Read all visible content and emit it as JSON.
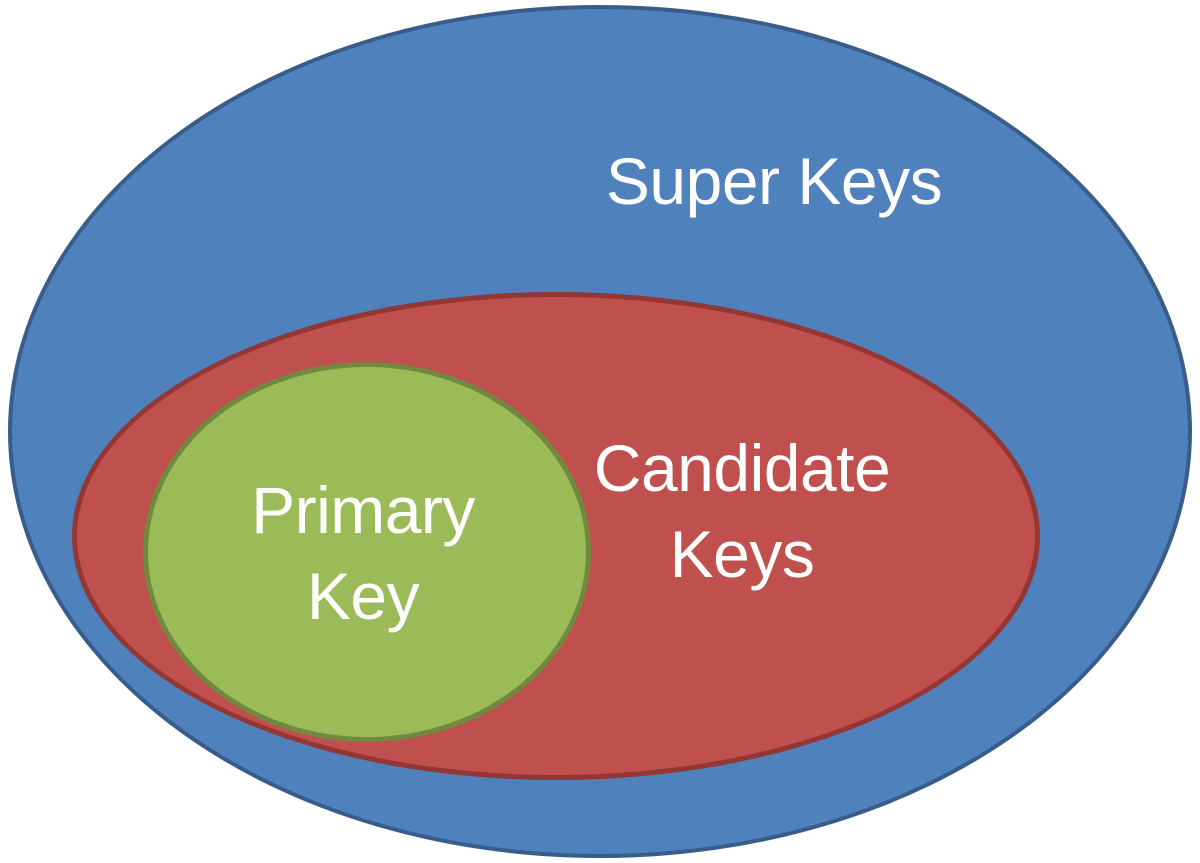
{
  "diagram": {
    "type": "venn-nested",
    "text_color": "#FFFFFF",
    "background": "#FFFFFF",
    "sets": [
      {
        "id": "super-keys",
        "text": "Super Keys",
        "fill": "#4F81BD",
        "border": "#385D8A",
        "contains": [
          "candidate-keys",
          "primary-key"
        ]
      },
      {
        "id": "candidate-keys",
        "text": "Candidate\nKeys",
        "fill": "#C0504D",
        "border": "#943634",
        "contains": [
          "primary-key"
        ]
      },
      {
        "id": "primary-key",
        "text": "Primary\nKey",
        "fill": "#9BBB59",
        "border": "#71893F",
        "contains": []
      }
    ]
  }
}
